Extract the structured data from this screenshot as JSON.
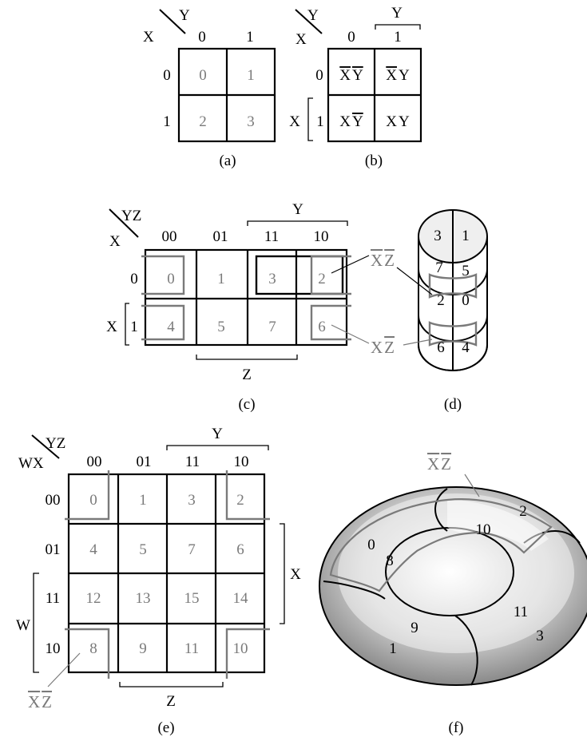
{
  "map_a": {
    "corner_col": "Y",
    "corner_row": "X",
    "col_labels": [
      "0",
      "1"
    ],
    "row_labels": [
      "0",
      "1"
    ],
    "cells": [
      [
        "0",
        "1"
      ],
      [
        "2",
        "3"
      ]
    ],
    "caption": "(a)"
  },
  "map_b": {
    "corner_col": "Y",
    "corner_row": "X",
    "col_labels": [
      "0",
      "1"
    ],
    "row_labels": [
      "0",
      "1"
    ],
    "col_group": "Y",
    "row_group": "X",
    "cells": [
      [
        {
          "a": "X",
          "a_bar": true,
          "b": "Y",
          "b_bar": true
        },
        {
          "a": "X",
          "a_bar": true,
          "b": "Y",
          "b_bar": false
        }
      ],
      [
        {
          "a": "X",
          "a_bar": false,
          "b": "Y",
          "b_bar": true
        },
        {
          "a": "X",
          "a_bar": false,
          "b": "Y",
          "b_bar": false
        }
      ]
    ],
    "caption": "(b)"
  },
  "map_c": {
    "corner_col": "YZ",
    "corner_row": "X",
    "col_labels": [
      "00",
      "01",
      "11",
      "10"
    ],
    "row_labels": [
      "0",
      "1"
    ],
    "col_group": "Y",
    "row_group": "X",
    "bottom_group": "Z",
    "cells": [
      [
        "0",
        "1",
        "3",
        "2"
      ],
      [
        "4",
        "5",
        "7",
        "6"
      ]
    ],
    "caption": "(c)"
  },
  "cylinder_d": {
    "top": [
      "3",
      "1"
    ],
    "ring1": [
      "7",
      "5"
    ],
    "ring2": [
      "2",
      "0"
    ],
    "ring3": [
      "6",
      "4"
    ],
    "term1": {
      "a": "X",
      "b": "Z",
      "a_bar": true,
      "b_bar": true
    },
    "term2": {
      "a": "X",
      "b": "Z",
      "a_bar": false,
      "b_bar": true
    },
    "caption": "(d)"
  },
  "map_e": {
    "corner_col": "YZ",
    "corner_row": "WX",
    "col_labels": [
      "00",
      "01",
      "11",
      "10"
    ],
    "row_labels": [
      "00",
      "01",
      "11",
      "10"
    ],
    "col_group": "Y",
    "row_group_right": "X",
    "row_group_left": "W",
    "bottom_group": "Z",
    "cells": [
      [
        "0",
        "1",
        "3",
        "2"
      ],
      [
        "4",
        "5",
        "7",
        "6"
      ],
      [
        "12",
        "13",
        "15",
        "14"
      ],
      [
        "8",
        "9",
        "11",
        "10"
      ]
    ],
    "term": {
      "a": "X",
      "b": "Z",
      "a_bar": true,
      "b_bar": true
    },
    "caption": "(e)"
  },
  "torus_f": {
    "labels": [
      "0",
      "2",
      "8",
      "10",
      "9",
      "11",
      "1",
      "3"
    ],
    "term": {
      "a": "X",
      "b": "Z",
      "a_bar": true,
      "b_bar": true
    },
    "caption": "(f)"
  },
  "colors": {
    "ink": "#000000",
    "highlight": "#7a7a7a",
    "cap": "#efefef"
  }
}
